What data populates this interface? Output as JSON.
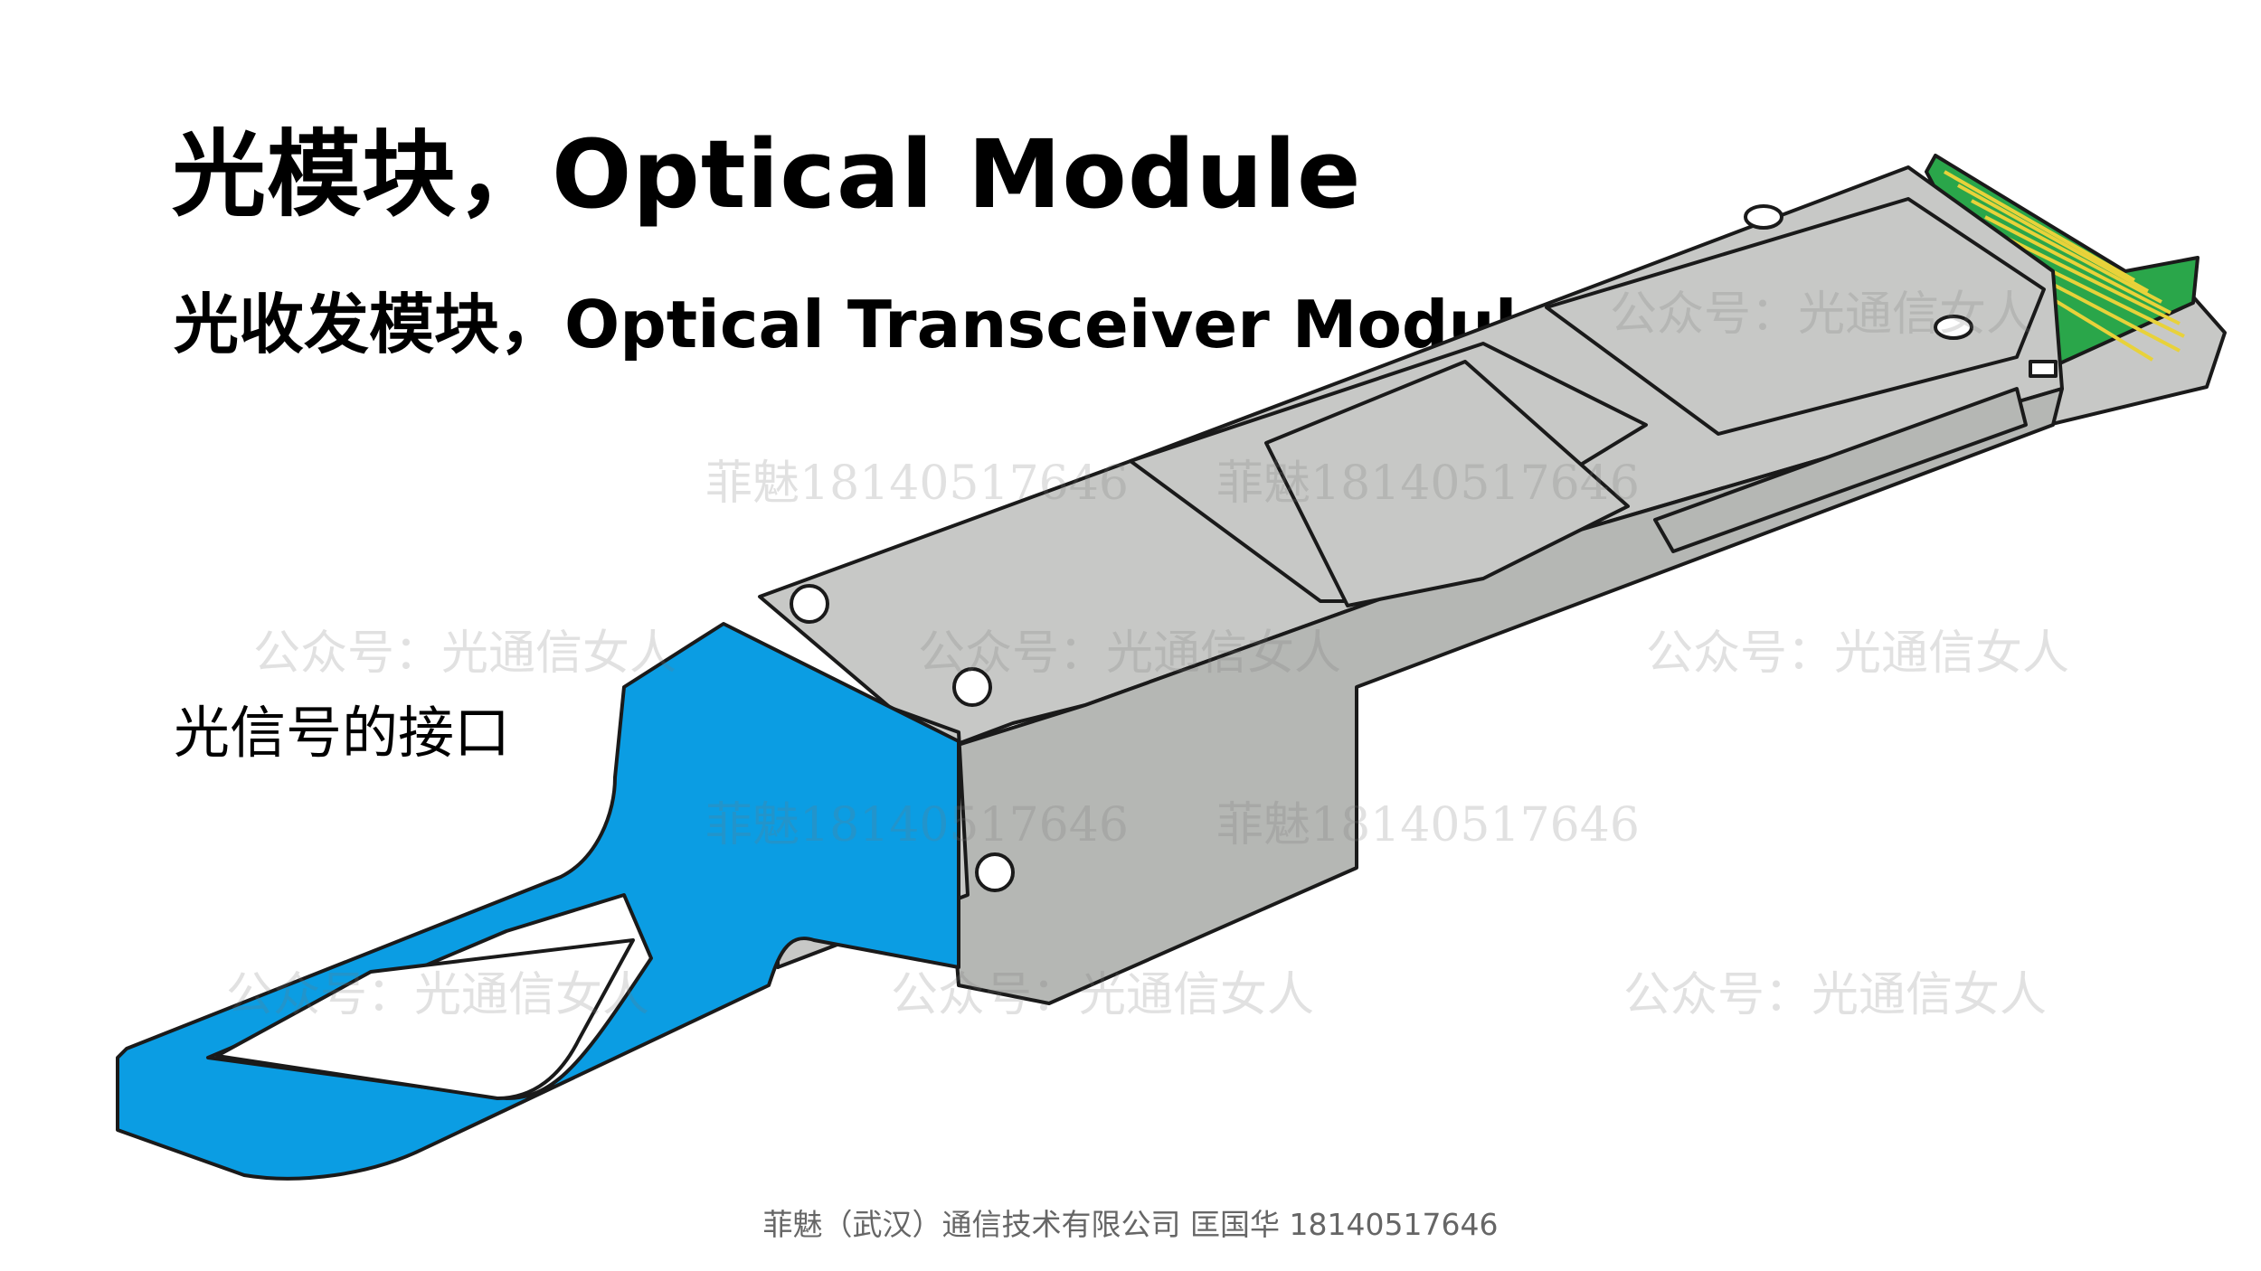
{
  "title": "光模块，Optical Module",
  "subtitle": "光收发模块，Optical Transceiver  Module",
  "port_label": "光信号的接口",
  "footer": "菲魅（武汉）通信技术有限公司  匡国华  18140517646",
  "watermarks": [
    "公众号：光通信女人",
    "菲魅18140517646"
  ],
  "colors": {
    "pull_tab": "#0b9de3",
    "housing": "#c7c8c6",
    "housing_dark": "#aeb0ae",
    "pcb": "#2aa64a",
    "gold": "#e8d23a",
    "outline": "#1a1a1a"
  }
}
